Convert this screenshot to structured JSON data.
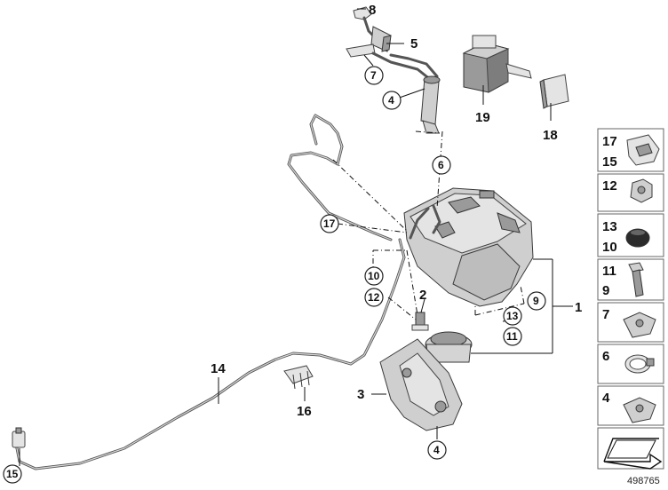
{
  "callouts": {
    "c1": "1",
    "c2": "2",
    "c3": "3",
    "c4a": "4",
    "c4b": "4",
    "c5": "5",
    "c6": "6",
    "c7": "7",
    "c8": "8",
    "c9": "9",
    "c10": "10",
    "c11": "11",
    "c12": "12",
    "c13": "13",
    "c14": "14",
    "c15": "15",
    "c16": "16",
    "c17": "17",
    "c18": "18",
    "c19": "19"
  },
  "legend": {
    "r1a": "17",
    "r1b": "15",
    "r2a": "12",
    "r3a": "13",
    "r3b": "10",
    "r4a": "11",
    "r4b": "9",
    "r5a": "7",
    "r6a": "6",
    "r7a": "4"
  },
  "reference_number": "498765"
}
